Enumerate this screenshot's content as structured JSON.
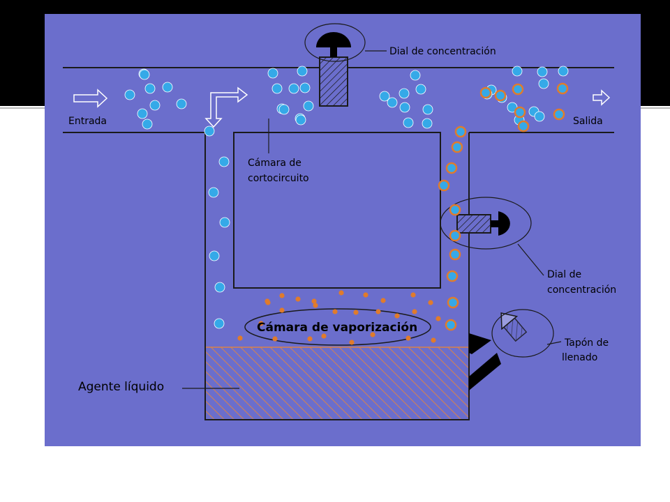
{
  "colors": {
    "background": "#6b6ecc",
    "band": "#000000",
    "line": "#1a1a1a",
    "blue_particle": "#35a9e8",
    "orange_particle": "#e07b2c",
    "liquid_hatch": "#d9824a"
  },
  "labels": {
    "inlet": "Entrada",
    "outlet": "Salida",
    "dial_top": "Dial de concentración",
    "bypass_line1": "Cámara de",
    "bypass_line2": "cortocircuito",
    "dial_side_line1": "Dial de",
    "dial_side_line2": "concentración",
    "vaporization": "Cámara de vaporización",
    "filler_line1": "Tapón de",
    "filler_line2": "llenado",
    "liquid": "Agente líquido"
  }
}
